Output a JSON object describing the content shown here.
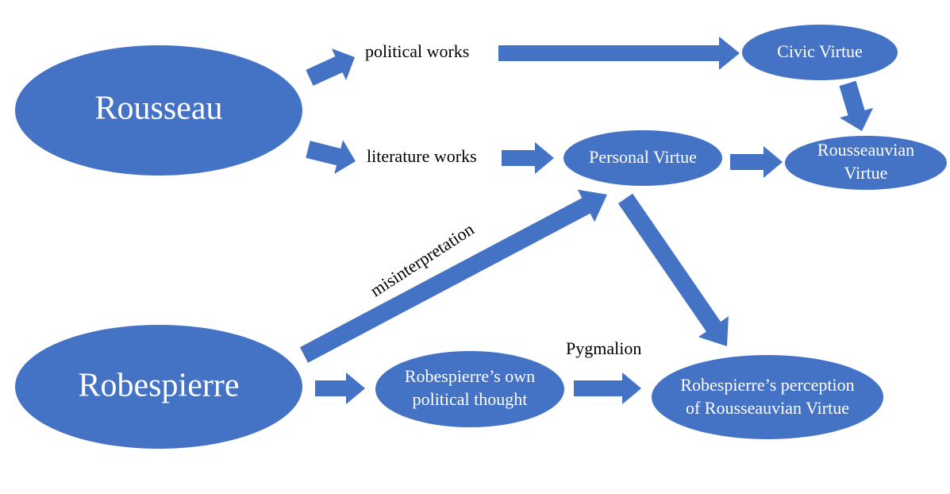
{
  "nodes": {
    "rousseau": "Rousseau",
    "robespierre": "Robespierre",
    "civic_virtue": "Civic Virtue",
    "personal_virtue": "Personal Virtue",
    "rousseauvian_virtue": [
      "Rousseauvian",
      "Virtue"
    ],
    "own_thought": [
      "Robespierre’s own",
      "political thought"
    ],
    "perception": [
      "Robespierre’s perception",
      "of Rousseauvian Virtue"
    ]
  },
  "labels": {
    "political_works": "political works",
    "literature_works": "literature works",
    "misinterpretation": "misinterpretation",
    "pygmalion": "Pygmalion"
  },
  "colors": {
    "node_fill": "#4472c4",
    "node_text": "#ffffff",
    "label_text": "#000000"
  }
}
